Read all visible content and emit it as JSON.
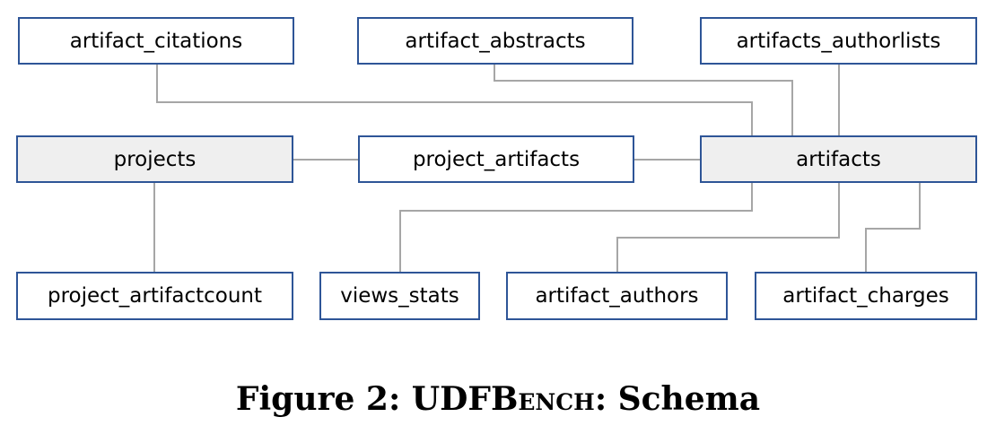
{
  "nodes": {
    "artifact_citations": "artifact_citations",
    "artifact_abstracts": "artifact_abstracts",
    "artifacts_authorlists": "artifacts_authorlists",
    "projects": "projects",
    "project_artifacts": "project_artifacts",
    "artifacts": "artifacts",
    "project_artifactcount": "project_artifactcount",
    "views_stats": "views_stats",
    "artifact_authors": "artifact_authors",
    "artifact_charges": "artifact_charges"
  },
  "caption": {
    "prefix": "Figure 2: UDF",
    "smallcaps": "Bench",
    "suffix": ": Schema"
  },
  "colors": {
    "box_border": "#2e5597",
    "main_table_fill": "#efefef",
    "connector": "#a6a6a6"
  }
}
